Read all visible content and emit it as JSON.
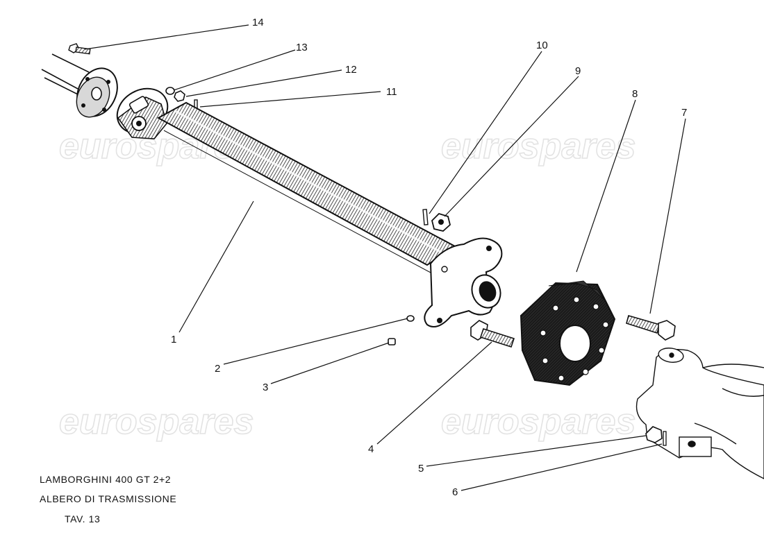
{
  "title": {
    "line1": "LAMBORGHINI 400 GT  2+2",
    "line2": "ALBERO DI TRASMISSIONE",
    "line3": "TAV. 13"
  },
  "watermark": "eurospares",
  "callouts": [
    "1",
    "2",
    "3",
    "4",
    "5",
    "6",
    "7",
    "8",
    "9",
    "10",
    "11",
    "12",
    "13",
    "14"
  ]
}
